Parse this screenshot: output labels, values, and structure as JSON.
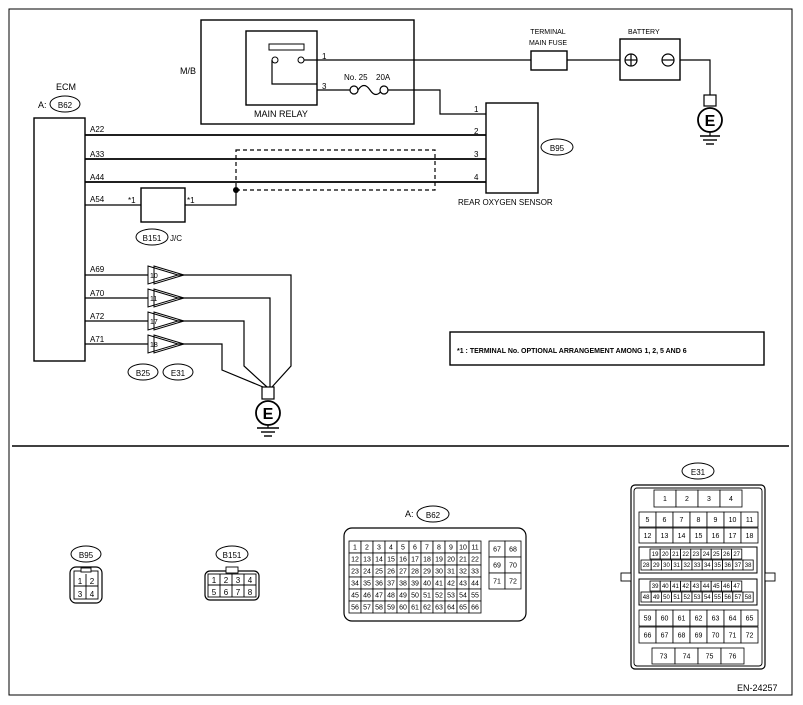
{
  "mb_label": "M/B",
  "main_relay": {
    "label": "MAIN RELAY",
    "pin1": "1",
    "pin3": "3"
  },
  "fuse": {
    "label": "No. 25",
    "rating": "20A"
  },
  "terminal_main_fuse": {
    "line1": "TERMINAL",
    "line2": "MAIN FUSE"
  },
  "battery": {
    "label": "BATTERY"
  },
  "ground_symbol": "E",
  "ecm": {
    "label": "ECM",
    "connector_prefix": "A:",
    "connector": "B62",
    "terminals": [
      "A22",
      "A33",
      "A44",
      "A54",
      "A69",
      "A70",
      "A72",
      "A71"
    ]
  },
  "sensor": {
    "label": "REAR OXYGEN SENSOR",
    "connector": "B95",
    "pins": [
      "1",
      "2",
      "3",
      "4"
    ]
  },
  "joint": {
    "connector": "B151",
    "label": "J/C",
    "mark_left": "*1",
    "mark_right": "*1"
  },
  "ground_conn": {
    "connectors": [
      "B25",
      "E31"
    ],
    "pins": [
      "10",
      "11",
      "17",
      "18"
    ]
  },
  "note": "*1 : TERMINAL No. OPTIONAL ARRANGEMENT AMONG 1, 2, 5 AND 6",
  "figure_id": "EN-24257",
  "views": {
    "b95": {
      "name": "B95",
      "pins": [
        "1",
        "2",
        "3",
        "4"
      ]
    },
    "b151": {
      "name": "B151",
      "pins": [
        "1",
        "2",
        "3",
        "4",
        "5",
        "6",
        "7",
        "8"
      ]
    },
    "b62": {
      "prefix": "A:",
      "name": "B62",
      "rows": [
        [
          "1",
          "2",
          "3",
          "4",
          "5",
          "6",
          "7",
          "8",
          "9",
          "10",
          "11"
        ],
        [
          "12",
          "13",
          "14",
          "15",
          "16",
          "17",
          "18",
          "19",
          "20",
          "21",
          "22"
        ],
        [
          "23",
          "24",
          "25",
          "26",
          "27",
          "28",
          "29",
          "30",
          "31",
          "32",
          "33"
        ],
        [
          "34",
          "35",
          "36",
          "37",
          "38",
          "39",
          "40",
          "41",
          "42",
          "43",
          "44"
        ],
        [
          "45",
          "46",
          "47",
          "48",
          "49",
          "50",
          "51",
          "52",
          "53",
          "54",
          "55"
        ],
        [
          "56",
          "57",
          "58",
          "59",
          "60",
          "61",
          "62",
          "63",
          "64",
          "65",
          "66"
        ]
      ],
      "side": [
        [
          "67",
          "68"
        ],
        [
          "69",
          "70"
        ],
        [
          "71",
          "72"
        ]
      ]
    },
    "e31": {
      "name": "E31",
      "top": [
        "1",
        "2",
        "3",
        "4"
      ],
      "row2": [
        "5",
        "6",
        "7",
        "8",
        "9",
        "10",
        "11"
      ],
      "row3": [
        "12",
        "13",
        "14",
        "15",
        "16",
        "17",
        "18"
      ],
      "mid1a": [
        "19",
        "20",
        "21",
        "22",
        "23",
        "24",
        "25",
        "26",
        "27"
      ],
      "mid1b": [
        "28",
        "29",
        "30",
        "31",
        "32",
        "33",
        "34",
        "35",
        "36",
        "37",
        "38"
      ],
      "mid2a": [
        "39",
        "40",
        "41",
        "42",
        "43",
        "44",
        "45",
        "46",
        "47"
      ],
      "mid2b": [
        "48",
        "49",
        "50",
        "51",
        "52",
        "53",
        "54",
        "55",
        "56",
        "57",
        "58"
      ],
      "row4": [
        "59",
        "60",
        "61",
        "62",
        "63",
        "64",
        "65"
      ],
      "row5": [
        "66",
        "67",
        "68",
        "69",
        "70",
        "71",
        "72"
      ],
      "bottom": [
        "73",
        "74",
        "75",
        "76"
      ]
    }
  }
}
